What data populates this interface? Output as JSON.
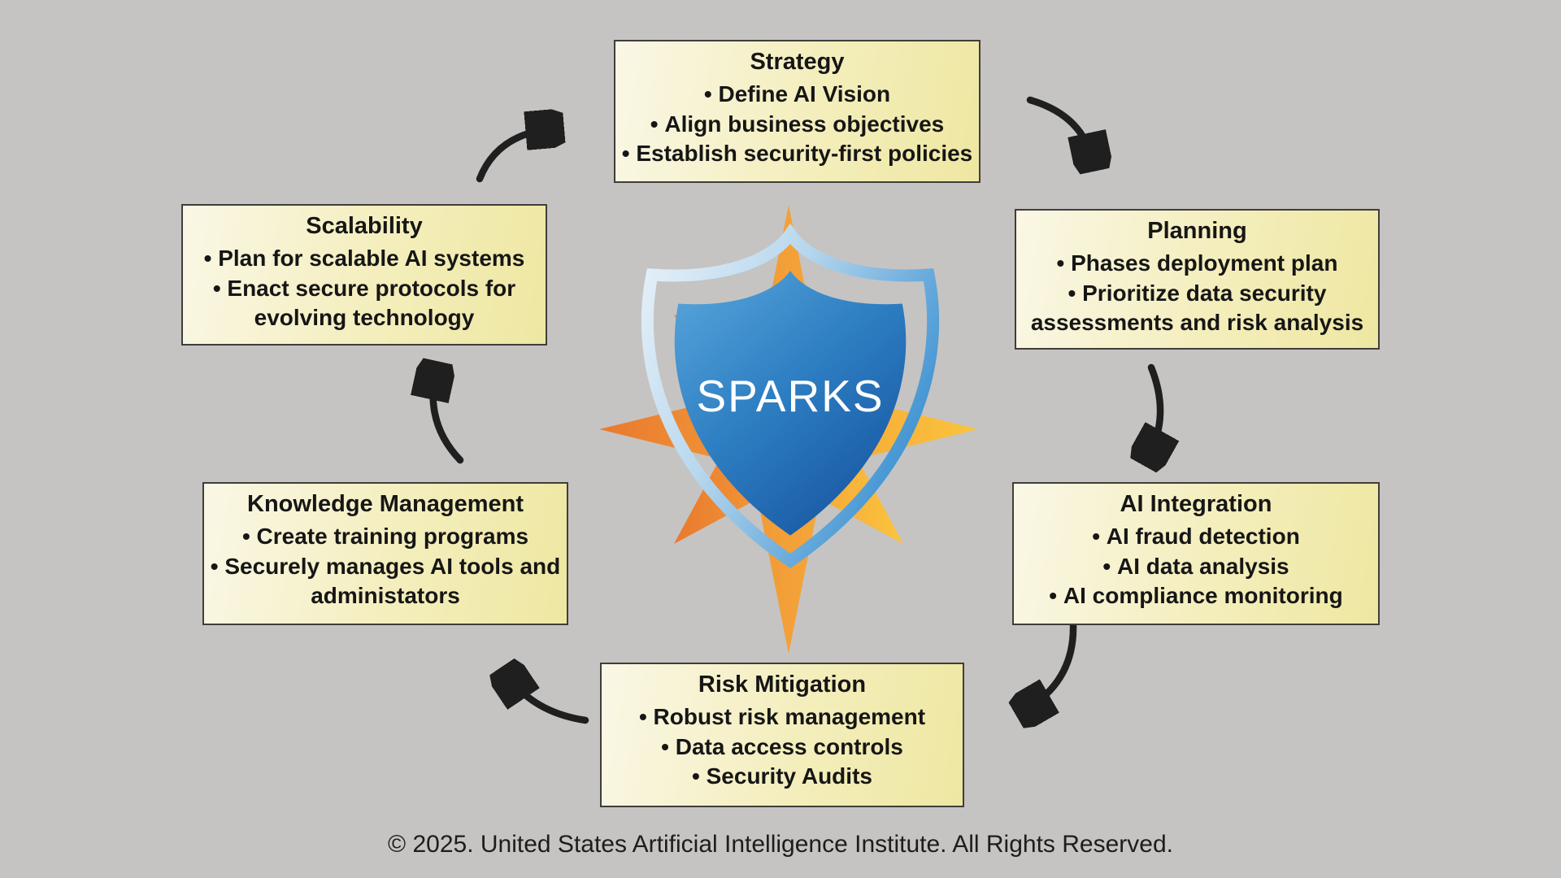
{
  "logo": {
    "text": "SPARKS"
  },
  "nodes": [
    {
      "id": "strategy",
      "title": "Strategy",
      "bullets": [
        "Define AI Vision",
        "Align business objectives",
        "Establish security-first policies"
      ]
    },
    {
      "id": "planning",
      "title": "Planning",
      "bullets": [
        "Phases deployment plan",
        "Prioritize data security assessments and risk analysis"
      ]
    },
    {
      "id": "ai-integration",
      "title": "AI Integration",
      "bullets": [
        "AI fraud detection",
        "AI data analysis",
        "AI compliance monitoring"
      ]
    },
    {
      "id": "risk-mitigation",
      "title": "Risk Mitigation",
      "bullets": [
        "Robust risk management",
        "Data access controls",
        "Security Audits"
      ]
    },
    {
      "id": "knowledge-management",
      "title": "Knowledge Management",
      "bullets": [
        "Create training programs",
        "Securely manages AI tools and administators"
      ]
    },
    {
      "id": "scalability",
      "title": "Scalability",
      "bullets": [
        "Plan for scalable AI systems",
        "Enact secure protocols for evolving technology"
      ]
    }
  ],
  "footer": {
    "copyright": "© 2025. United States Artificial Intelligence Institute. All Rights Reserved."
  },
  "colors": {
    "background": "#C5C4C2",
    "box_fill_left": "#FAF7E6",
    "box_fill_right": "#EEE7A2",
    "box_border": "#3F3E3A",
    "text": "#161616",
    "arrow": "#1F1F1F",
    "star_orange": "#E9792F",
    "star_yellow": "#FBC43D",
    "shield_light": "#5BA7DC",
    "shield_dark": "#1857A3",
    "ring_light": "#E3EEF7",
    "ring_blue": "#3F93D2",
    "wordmark": "#FFFFFF"
  }
}
